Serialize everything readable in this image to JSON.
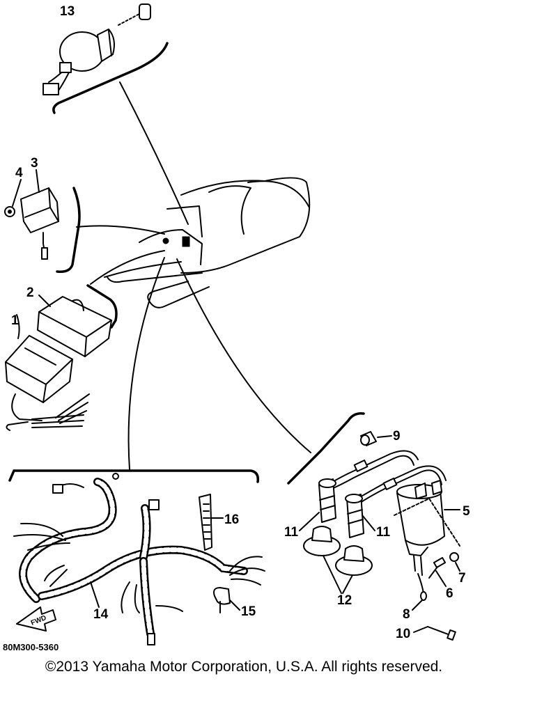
{
  "diagram": {
    "code": "80M300-5360",
    "fwd_label": "FWD",
    "callouts": [
      "1",
      "2",
      "3",
      "4",
      "5",
      "6",
      "7",
      "8",
      "9",
      "10",
      "11",
      "11",
      "12",
      "13",
      "14",
      "15",
      "16"
    ]
  },
  "footer": {
    "copyright": "©2013 Yamaha Motor Corporation, U.S.A. All rights reserved."
  }
}
